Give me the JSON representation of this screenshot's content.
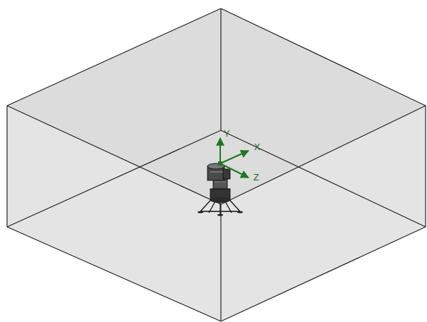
{
  "diagram": {
    "labels": [
      "Y",
      "X",
      "Z"
    ]
  }
}
